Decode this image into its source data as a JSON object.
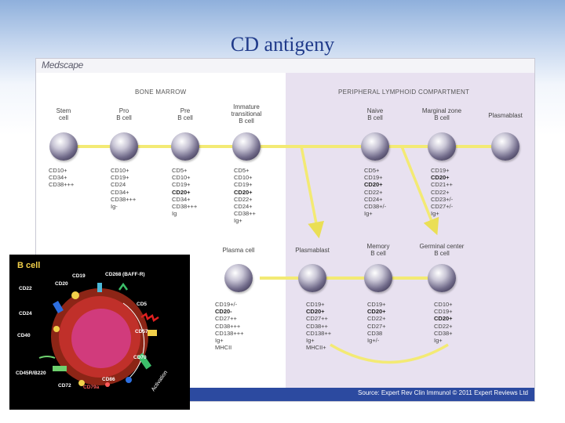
{
  "slide": {
    "title": "CD antigeny"
  },
  "figure": {
    "logo": "Medscape",
    "sections": {
      "bone_marrow": "BONE MARROW",
      "peripheral": "PERIPHERAL LYMPHOID COMPARTMENT"
    },
    "source": "Source: Expert Rev Clin Immunol © 2011 Expert Reviews Ltd",
    "top_row": [
      {
        "label": [
          "Stem",
          "cell"
        ],
        "markers": [
          {
            "t": "CD10+",
            "b": false
          },
          {
            "t": "CD34+",
            "b": false
          },
          {
            "t": "CD38+++",
            "b": false
          }
        ]
      },
      {
        "label": [
          "Pro",
          "B cell"
        ],
        "markers": [
          {
            "t": "CD10+",
            "b": false
          },
          {
            "t": "CD19+",
            "b": false
          },
          {
            "t": "CD24",
            "b": false
          },
          {
            "t": "CD34+",
            "b": false
          },
          {
            "t": "CD38+++",
            "b": false
          },
          {
            "t": "Ig-",
            "b": false
          }
        ]
      },
      {
        "label": [
          "Pre",
          "B cell"
        ],
        "markers": [
          {
            "t": "CD5+",
            "b": false
          },
          {
            "t": "CD10+",
            "b": false
          },
          {
            "t": "CD19+",
            "b": false
          },
          {
            "t": "CD20+",
            "b": true
          },
          {
            "t": "CD34+",
            "b": false
          },
          {
            "t": "CD38+++",
            "b": false
          },
          {
            "t": "Ig",
            "b": false
          }
        ]
      },
      {
        "label": [
          "Immature",
          "transitional",
          "B cell"
        ],
        "markers": [
          {
            "t": "CD5+",
            "b": false
          },
          {
            "t": "CD10+",
            "b": false
          },
          {
            "t": "CD19+",
            "b": false
          },
          {
            "t": "CD20+",
            "b": true
          },
          {
            "t": "CD22+",
            "b": false
          },
          {
            "t": "CD24+",
            "b": false
          },
          {
            "t": "CD38++",
            "b": false
          },
          {
            "t": "Ig+",
            "b": false
          }
        ]
      },
      {
        "label": [
          "Naive",
          "B cell"
        ],
        "markers": [
          {
            "t": "CD5+",
            "b": false
          },
          {
            "t": "CD19+",
            "b": false
          },
          {
            "t": "CD20+",
            "b": true
          },
          {
            "t": "CD22+",
            "b": false
          },
          {
            "t": "CD24+",
            "b": false
          },
          {
            "t": "CD38+/-",
            "b": false
          },
          {
            "t": "Ig+",
            "b": false
          }
        ]
      },
      {
        "label": [
          "Marginal zone",
          "B cell"
        ],
        "markers": [
          {
            "t": "CD19+",
            "b": false
          },
          {
            "t": "CD20+",
            "b": true
          },
          {
            "t": "CD21++",
            "b": false
          },
          {
            "t": "CD22+",
            "b": false
          },
          {
            "t": "CD23+/-",
            "b": false
          },
          {
            "t": "CD27+/-",
            "b": false
          },
          {
            "t": "Ig+",
            "b": false
          }
        ]
      },
      {
        "label": [
          "Plasmablast"
        ],
        "markers": []
      }
    ],
    "bottom_row": [
      {
        "label": [
          "Plasma cell"
        ],
        "markers": [
          {
            "t": "CD19+/-",
            "b": false
          },
          {
            "t": "CD20-",
            "b": true
          },
          {
            "t": "CD27++",
            "b": false
          },
          {
            "t": "CD38+++",
            "b": false
          },
          {
            "t": "CD138+++",
            "b": false
          },
          {
            "t": "Ig+",
            "b": false
          },
          {
            "t": "MHCII",
            "b": false
          }
        ]
      },
      {
        "label": [
          "Plasmablast"
        ],
        "markers": [
          {
            "t": "CD19+",
            "b": false
          },
          {
            "t": "CD20+",
            "b": true
          },
          {
            "t": "CD27++",
            "b": false
          },
          {
            "t": "CD38++",
            "b": false
          },
          {
            "t": "CD138++",
            "b": false
          },
          {
            "t": "Ig+",
            "b": false
          },
          {
            "t": "MHCII+",
            "b": false
          }
        ]
      },
      {
        "label": [
          "Memory",
          "B cell"
        ],
        "markers": [
          {
            "t": "CD19+",
            "b": false
          },
          {
            "t": "CD20+",
            "b": true
          },
          {
            "t": "CD22+",
            "b": false
          },
          {
            "t": "CD27+",
            "b": false
          },
          {
            "t": "CD38",
            "b": false
          },
          {
            "t": "Ig+/-",
            "b": false
          }
        ]
      },
      {
        "label": [
          "Germinal center",
          "B cell"
        ],
        "markers": [
          {
            "t": "CD10+",
            "b": false
          },
          {
            "t": "CD19+",
            "b": false
          },
          {
            "t": "CD20+",
            "b": true
          },
          {
            "t": "CD22+",
            "b": false
          },
          {
            "t": "CD38+",
            "b": false
          },
          {
            "t": "Ig+",
            "b": false
          }
        ]
      }
    ]
  },
  "inset": {
    "title": "B cell",
    "markers": [
      {
        "t": "CD22",
        "c": "white"
      },
      {
        "t": "CD20",
        "c": "white"
      },
      {
        "t": "CD19",
        "c": "white"
      },
      {
        "t": "CD268 (BAFF-R)",
        "c": "white"
      },
      {
        "t": "CD5",
        "c": "white"
      },
      {
        "t": "CD24",
        "c": "white"
      },
      {
        "t": "CD57",
        "c": "white"
      },
      {
        "t": "CD40",
        "c": "white"
      },
      {
        "t": "CD70",
        "c": "white"
      },
      {
        "t": "CD45R/B220",
        "c": "white"
      },
      {
        "t": "CD86",
        "c": "white"
      },
      {
        "t": "CD72",
        "c": "white"
      },
      {
        "t": "CD79a",
        "c": "red"
      }
    ],
    "activation_label": "Activation"
  },
  "colors": {
    "title": "#1f3a8a",
    "arrow": "#f3ea74",
    "peripheral_bg": "#e8e1f0",
    "source_bar": "#2c4aa0"
  }
}
